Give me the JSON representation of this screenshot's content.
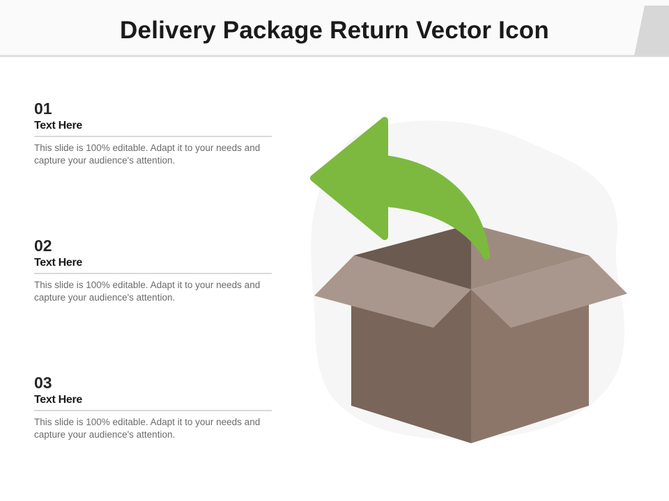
{
  "slide": {
    "title": "Delivery Package Return Vector Icon"
  },
  "items": [
    {
      "number": "01",
      "heading": "Text Here",
      "body": "This slide is 100% editable. Adapt it to your needs and capture your audience's attention."
    },
    {
      "number": "02",
      "heading": "Text Here",
      "body": "This slide is 100% editable. Adapt it to your needs and capture your audience's attention."
    },
    {
      "number": "03",
      "heading": "Text Here",
      "body": "This slide is 100% editable. Adapt it to your needs and capture your audience's attention."
    }
  ],
  "illustration": {
    "icon": "open-box-return-arrow-icon",
    "colors": {
      "arrow": "#7db93f",
      "box_left": "#79655a",
      "box_right": "#8c766a",
      "box_inner_back": "#6b5a50",
      "box_inner_right": "#9e8b80",
      "flaps": "#a9968c",
      "blob": "#f6f6f6"
    }
  }
}
